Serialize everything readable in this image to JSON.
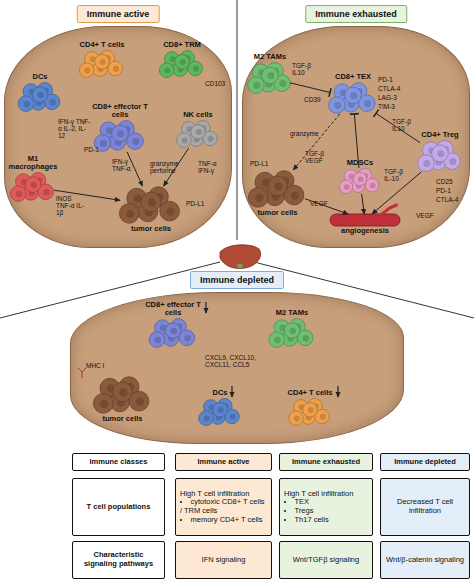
{
  "diagram": {
    "nodes": [
      {
        "text": [
          "Immune active"
        ]
      },
      {
        "text": [
          "CD4+ T cells"
        ],
        "in": 0
      },
      {
        "text": [
          "CD8+ TRM"
        ],
        "in": 0
      },
      {
        "text": [
          "DCs"
        ],
        "in": 0
      },
      {
        "text": [
          "CD8+ effector T cells"
        ],
        "in": 0
      },
      {
        "text": [
          "NK cells"
        ],
        "in": 0
      },
      {
        "text": [
          "M1 macrophages"
        ],
        "in": 0
      },
      {
        "text": [
          "tumor cells"
        ],
        "in": 0
      },
      {
        "text": [
          "Immune exhausted"
        ]
      },
      {
        "text": [
          "M2 TAMs"
        ],
        "in": 8
      },
      {
        "text": [
          "CD8+ TEX"
        ],
        "in": 8
      },
      {
        "text": [
          "CD4+ Treg"
        ],
        "in": 8
      },
      {
        "text": [
          "MDSCs"
        ],
        "in": 8
      },
      {
        "text": [
          "tumor cells"
        ],
        "in": 8
      },
      {
        "text": [
          "angiogenesis"
        ],
        "in": 8
      },
      {
        "text": [
          "Immune depleted"
        ]
      },
      {
        "text": [
          "CD8+ effector T cells"
        ],
        "in": 15
      },
      {
        "text": [
          "M2 TAMs"
        ],
        "in": 15
      },
      {
        "text": [
          "tumor cells"
        ],
        "in": 15
      },
      {
        "text": [
          "DCs"
        ],
        "in": 15
      },
      {
        "text": [
          "CD4+ T cells"
        ],
        "in": 15
      },
      {
        "text": [
          "Immune classes"
        ]
      },
      {
        "text": [
          "Immune active"
        ]
      },
      {
        "text": [
          "Immune exhausted"
        ]
      },
      {
        "text": [
          "Immune depleted"
        ]
      },
      {
        "text": [
          "T cell populations"
        ]
      },
      {
        "text": [
          "High T cell infiltration",
          "cytotoxic CD8+ T cells / TRM cells",
          "memory CD4+ T cells"
        ]
      },
      {
        "text": [
          "High T cell infiltration",
          "TEX",
          "Tregs",
          "Th17 cells"
        ]
      },
      {
        "text": [
          "Decreased T cell infiltration"
        ]
      },
      {
        "text": [
          "Characteristic signaling pathways"
        ]
      },
      {
        "text": [
          "IFN signaling"
        ]
      },
      {
        "text": [
          "Wnt/TGFβ signaling"
        ]
      },
      {
        "text": [
          "Wnt/β-catenin signaling"
        ]
      }
    ],
    "edges": [
      {
        "from": 4,
        "to": 7,
        "arrow": "to"
      },
      {
        "from": 5,
        "to": 7,
        "arrow": "to"
      },
      {
        "from": 6,
        "to": 7,
        "arrow": "to"
      },
      {
        "from": 9,
        "to": 10,
        "arrow": "to"
      },
      {
        "from": 12,
        "to": 10,
        "arrow": "to"
      },
      {
        "from": 11,
        "to": 10,
        "arrow": "to"
      },
      {
        "from": 10,
        "to": 13,
        "arrow": "to"
      },
      {
        "from": 13,
        "to": 14,
        "arrow": "to"
      },
      {
        "from": 12,
        "to": 14,
        "arrow": "to"
      },
      {
        "from": 11,
        "to": 14,
        "arrow": "to"
      }
    ],
    "labels": [
      "CD103",
      "PD-1",
      "IFN-γ TNF-α",
      "granzyme perforine",
      "TNF-α IFN-γ",
      "IFN-γ TNF-α IL-2, IL-12",
      "iNOS TNF-α IL-1β",
      "PD-L1",
      "TGF-β IL10",
      "CD39",
      "PD-1",
      "CTLA-4",
      "LAG-3",
      "TIM-3",
      "TGF-β IL10",
      "granzyme",
      "PD-L1",
      "TGF-β VEGF",
      "VEGF",
      "TGF-β IL-10",
      "CD25",
      "PD-1",
      "CTLA-4",
      "VEGF",
      "CXCL9, CXCL10, CXCL11, CCL5",
      "MHC I"
    ]
  }
}
